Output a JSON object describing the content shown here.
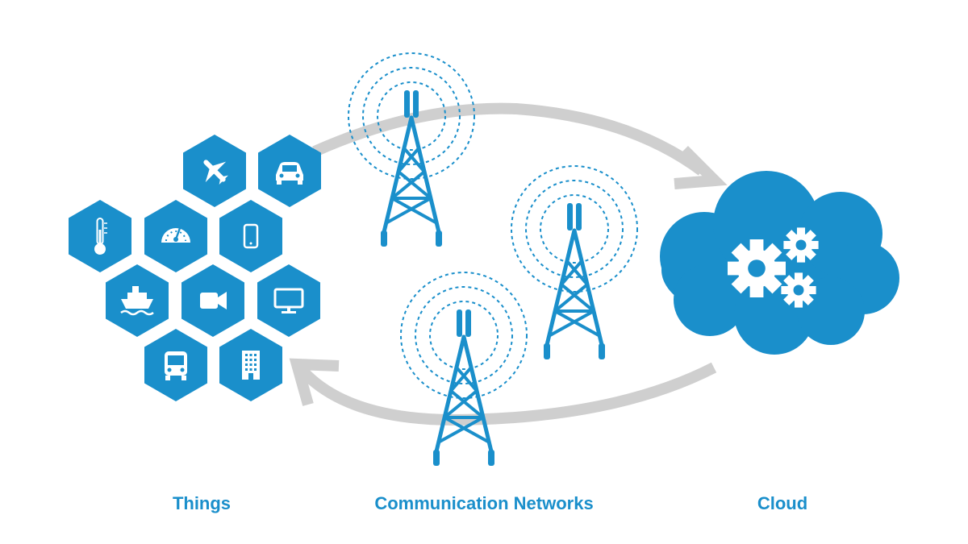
{
  "labels": {
    "things": "Things",
    "networks": "Communication Networks",
    "cloud": "Cloud"
  },
  "colors": {
    "primary": "#1a8fcb",
    "arrow": "#cfcfcf",
    "background": "#ffffff"
  },
  "things_icons": [
    "airplane-icon",
    "car-icon",
    "thermometer-icon",
    "gauge-icon",
    "smartphone-icon",
    "ship-icon",
    "video-camera-icon",
    "monitor-icon",
    "bus-icon",
    "building-icon"
  ],
  "network_icons": [
    "cell-tower-icon",
    "cell-tower-icon",
    "cell-tower-icon"
  ],
  "cloud_icons": [
    "gears-icon"
  ]
}
